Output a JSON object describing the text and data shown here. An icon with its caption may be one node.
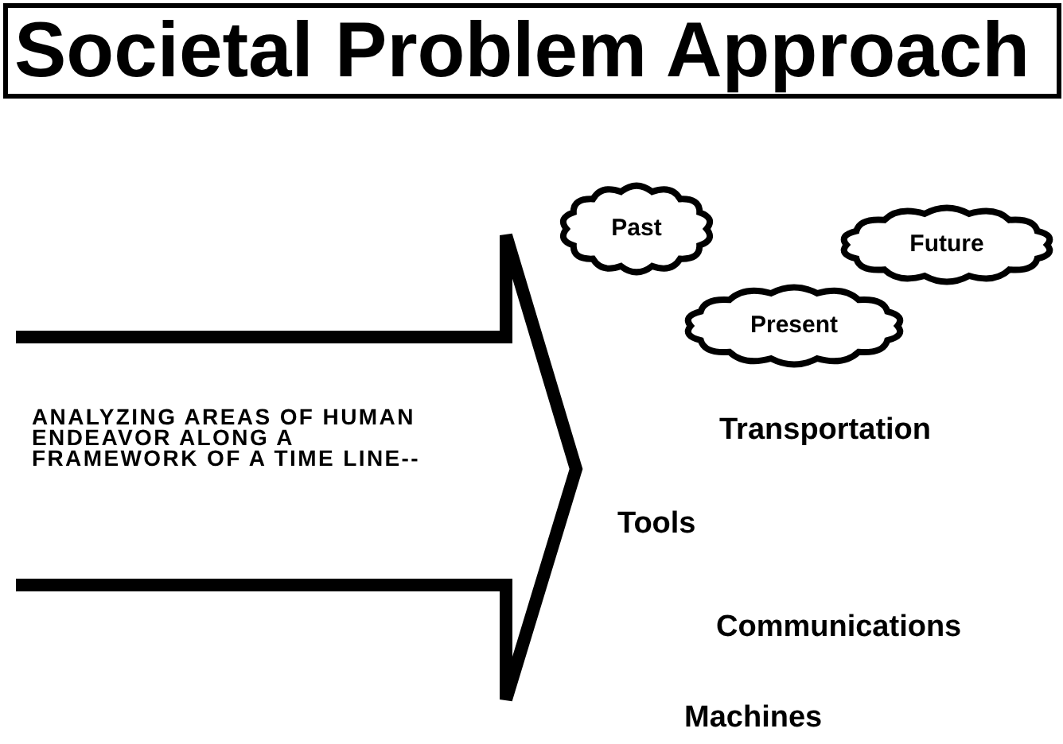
{
  "diagram": {
    "title": "Societal Problem Approach",
    "nodes": [
      {
        "text": [
          "ANALYZING AREAS OF HUMAN ENDEAVOR ALONG A FRAMEWORK OF A TIME LINE--"
        ]
      },
      {
        "text": [
          "Past"
        ]
      },
      {
        "text": [
          "Future"
        ]
      },
      {
        "text": [
          "Present"
        ]
      }
    ],
    "edges": [],
    "labels": [
      "Transportation",
      "Tools",
      "Communications",
      "Machines"
    ]
  }
}
